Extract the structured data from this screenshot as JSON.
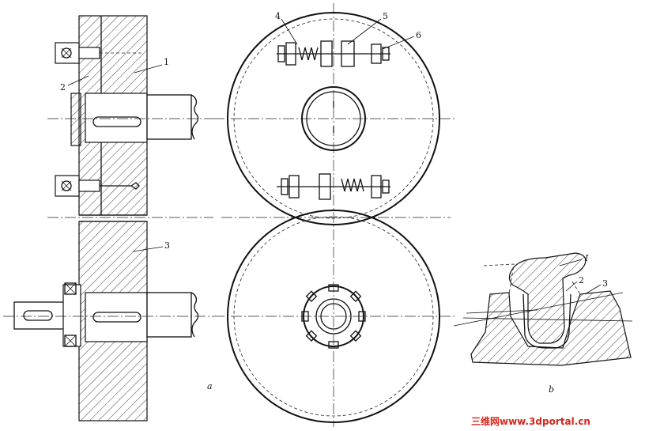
{
  "labels": {
    "n1": "1",
    "n2": "2",
    "n3": "3",
    "n4": "4",
    "n5": "5",
    "n6": "6",
    "view_a": "a",
    "view_b": "b",
    "b_I": "I",
    "b_2": "2",
    "b_3": "3"
  },
  "watermark": "三维网www.3dportal.cn",
  "colors": {
    "line": "#111111",
    "watermark": "#d9261c"
  }
}
